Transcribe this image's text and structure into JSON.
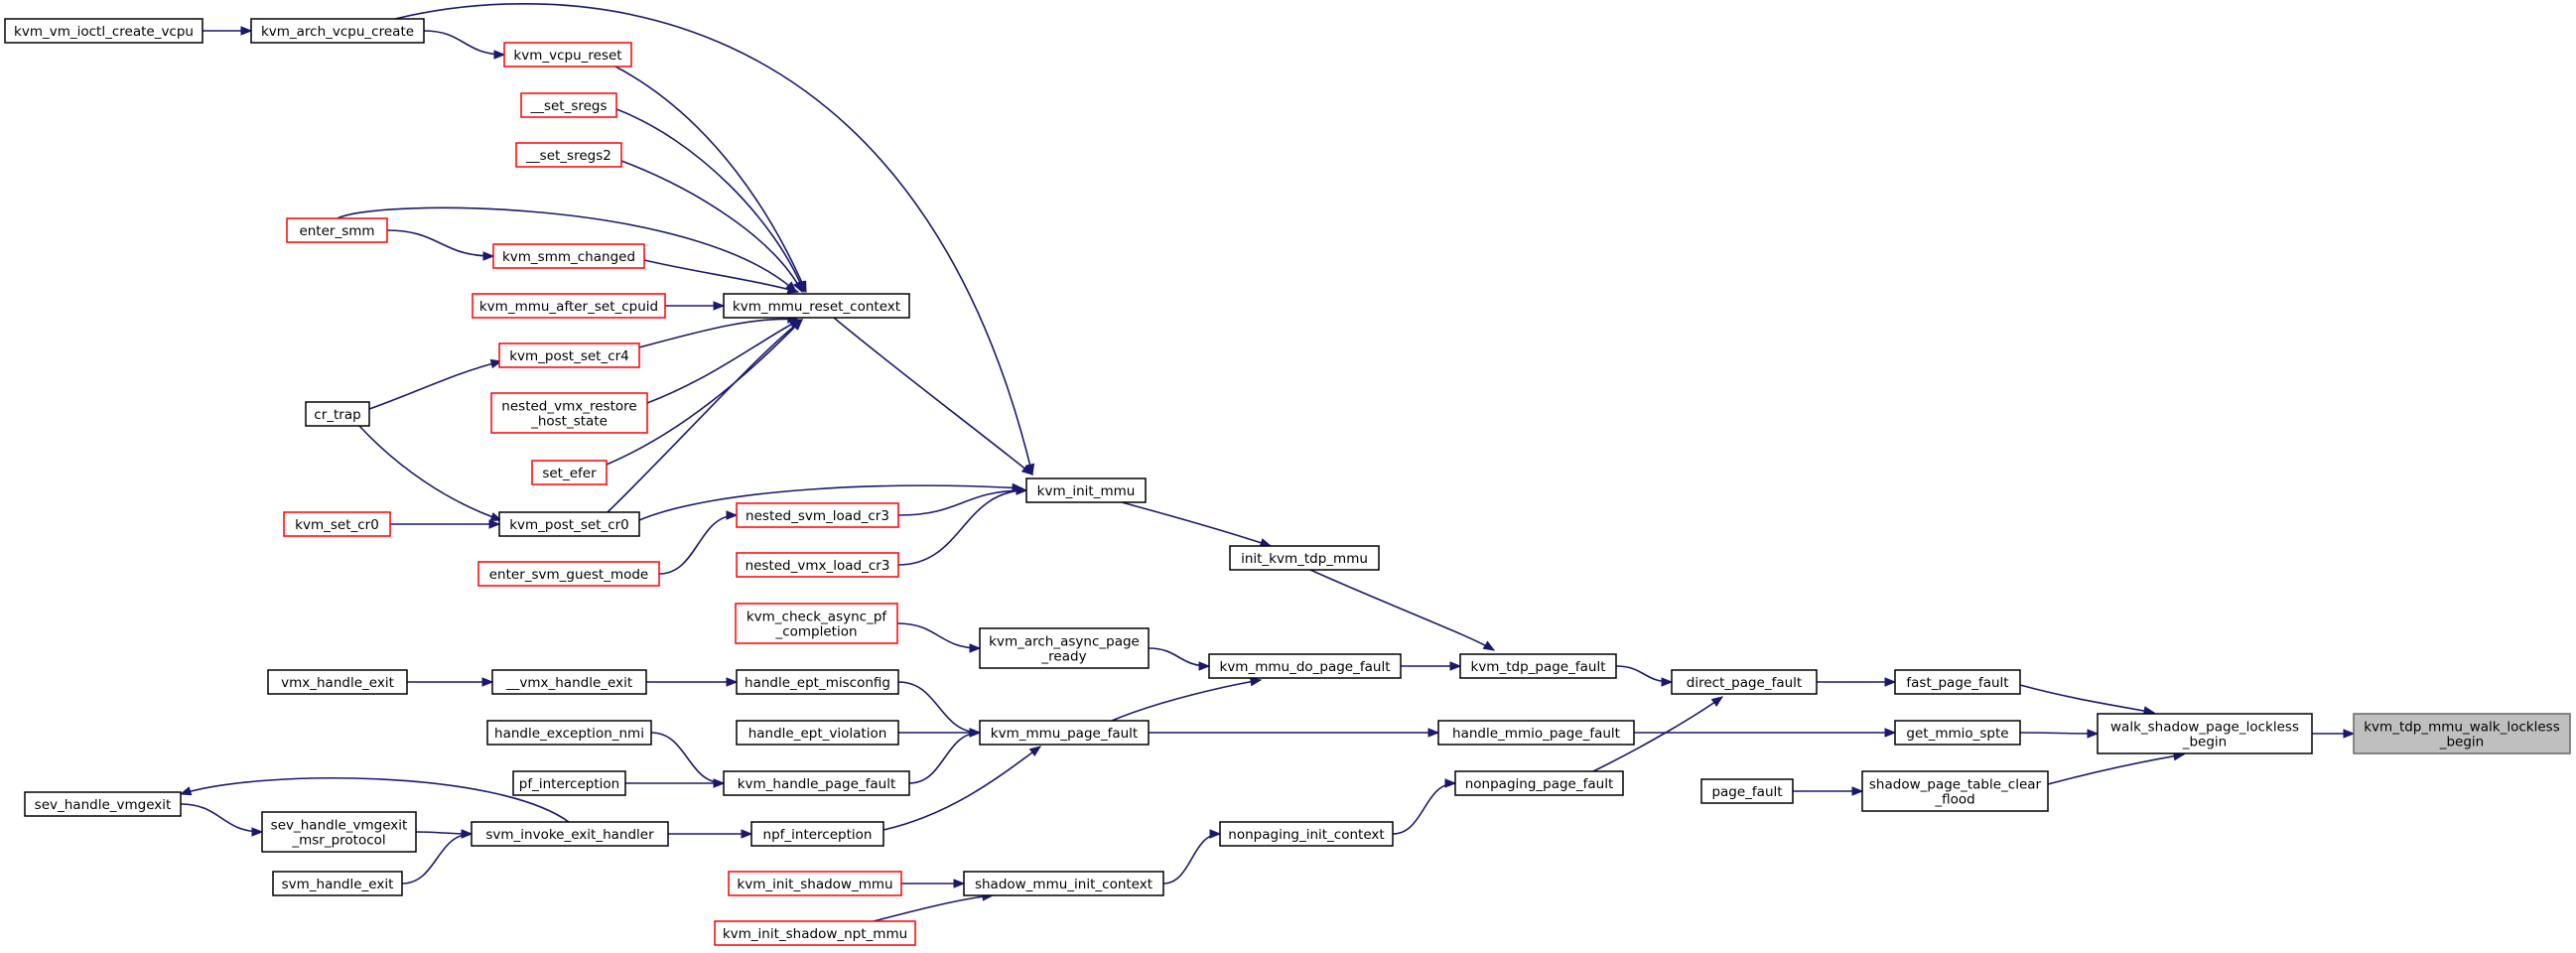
{
  "colors": {
    "edge": "#191970",
    "node_border": "#000000",
    "node_border_truncated": "#ff0000",
    "node_fill": "#ffffff",
    "focus_fill": "#bfbfbf",
    "focus_border": "#666666"
  },
  "nodes": [
    {
      "id": "focus",
      "lines": [
        "kvm_tdp_mmu_walk_lockless",
        "_begin"
      ],
      "kind": "focus"
    },
    {
      "id": "walk_shadow",
      "lines": [
        "walk_shadow_page_lockless",
        "_begin"
      ],
      "kind": "normal"
    },
    {
      "id": "fast_page_fault",
      "lines": [
        "fast_page_fault"
      ],
      "kind": "normal"
    },
    {
      "id": "get_mmio_spte",
      "lines": [
        "get_mmio_spte"
      ],
      "kind": "normal"
    },
    {
      "id": "shadow_page_table_clear",
      "lines": [
        "shadow_page_table_clear",
        "_flood"
      ],
      "kind": "normal"
    },
    {
      "id": "page_fault",
      "lines": [
        "page_fault"
      ],
      "kind": "normal"
    },
    {
      "id": "direct_page_fault",
      "lines": [
        "direct_page_fault"
      ],
      "kind": "normal"
    },
    {
      "id": "handle_mmio_page_fault",
      "lines": [
        "handle_mmio_page_fault"
      ],
      "kind": "normal"
    },
    {
      "id": "kvm_tdp_page_fault",
      "lines": [
        "kvm_tdp_page_fault"
      ],
      "kind": "normal"
    },
    {
      "id": "nonpaging_page_fault",
      "lines": [
        "nonpaging_page_fault"
      ],
      "kind": "normal"
    },
    {
      "id": "init_kvm_tdp_mmu",
      "lines": [
        "init_kvm_tdp_mmu"
      ],
      "kind": "normal"
    },
    {
      "id": "kvm_mmu_do_page_fault",
      "lines": [
        "kvm_mmu_do_page_fault"
      ],
      "kind": "normal"
    },
    {
      "id": "nonpaging_init_context",
      "lines": [
        "nonpaging_init_context"
      ],
      "kind": "normal"
    },
    {
      "id": "kvm_init_mmu",
      "lines": [
        "kvm_init_mmu"
      ],
      "kind": "normal"
    },
    {
      "id": "kvm_arch_async_page_ready",
      "lines": [
        "kvm_arch_async_page",
        "_ready"
      ],
      "kind": "normal"
    },
    {
      "id": "kvm_mmu_page_fault",
      "lines": [
        "kvm_mmu_page_fault"
      ],
      "kind": "normal"
    },
    {
      "id": "shadow_mmu_init_context",
      "lines": [
        "shadow_mmu_init_context"
      ],
      "kind": "normal"
    },
    {
      "id": "kvm_mmu_reset_context",
      "lines": [
        "kvm_mmu_reset_context"
      ],
      "kind": "normal"
    },
    {
      "id": "nested_svm_load_cr3",
      "lines": [
        "nested_svm_load_cr3"
      ],
      "kind": "truncated"
    },
    {
      "id": "nested_vmx_load_cr3",
      "lines": [
        "nested_vmx_load_cr3"
      ],
      "kind": "truncated"
    },
    {
      "id": "kvm_check_async_pf_completion",
      "lines": [
        "kvm_check_async_pf",
        "_completion"
      ],
      "kind": "truncated"
    },
    {
      "id": "handle_ept_misconfig",
      "lines": [
        "handle_ept_misconfig"
      ],
      "kind": "normal"
    },
    {
      "id": "handle_ept_violation",
      "lines": [
        "handle_ept_violation"
      ],
      "kind": "normal"
    },
    {
      "id": "kvm_handle_page_fault",
      "lines": [
        "kvm_handle_page_fault"
      ],
      "kind": "normal"
    },
    {
      "id": "npf_interception",
      "lines": [
        "npf_interception"
      ],
      "kind": "normal"
    },
    {
      "id": "kvm_init_shadow_mmu",
      "lines": [
        "kvm_init_shadow_mmu"
      ],
      "kind": "truncated"
    },
    {
      "id": "kvm_init_shadow_npt_mmu",
      "lines": [
        "kvm_init_shadow_npt_mmu"
      ],
      "kind": "truncated"
    },
    {
      "id": "kvm_arch_vcpu_create",
      "lines": [
        "kvm_arch_vcpu_create"
      ],
      "kind": "normal"
    },
    {
      "id": "kvm_vcpu_reset",
      "lines": [
        "kvm_vcpu_reset"
      ],
      "kind": "truncated"
    },
    {
      "id": "set_sregs",
      "lines": [
        "__set_sregs"
      ],
      "kind": "truncated"
    },
    {
      "id": "set_sregs2",
      "lines": [
        "__set_sregs2"
      ],
      "kind": "truncated"
    },
    {
      "id": "kvm_smm_changed",
      "lines": [
        "kvm_smm_changed"
      ],
      "kind": "truncated"
    },
    {
      "id": "kvm_mmu_after_set_cpuid",
      "lines": [
        "kvm_mmu_after_set_cpuid"
      ],
      "kind": "truncated"
    },
    {
      "id": "kvm_post_set_cr4",
      "lines": [
        "kvm_post_set_cr4"
      ],
      "kind": "truncated"
    },
    {
      "id": "nested_vmx_restore_host_state",
      "lines": [
        "nested_vmx_restore",
        "_host_state"
      ],
      "kind": "truncated"
    },
    {
      "id": "set_efer",
      "lines": [
        "set_efer"
      ],
      "kind": "truncated"
    },
    {
      "id": "kvm_post_set_cr0",
      "lines": [
        "kvm_post_set_cr0"
      ],
      "kind": "normal"
    },
    {
      "id": "enter_svm_guest_mode",
      "lines": [
        "enter_svm_guest_mode"
      ],
      "kind": "truncated"
    },
    {
      "id": "vmx_handle_exit_inner",
      "lines": [
        "__vmx_handle_exit"
      ],
      "kind": "normal"
    },
    {
      "id": "handle_exception_nmi",
      "lines": [
        "handle_exception_nmi"
      ],
      "kind": "normal"
    },
    {
      "id": "pf_interception",
      "lines": [
        "pf_interception"
      ],
      "kind": "normal"
    },
    {
      "id": "svm_invoke_exit_handler",
      "lines": [
        "svm_invoke_exit_handler"
      ],
      "kind": "normal"
    },
    {
      "id": "kvm_vm_ioctl_create_vcpu",
      "lines": [
        "kvm_vm_ioctl_create_vcpu"
      ],
      "kind": "normal"
    },
    {
      "id": "enter_smm",
      "lines": [
        "enter_smm"
      ],
      "kind": "truncated"
    },
    {
      "id": "cr_trap",
      "lines": [
        "cr_trap"
      ],
      "kind": "normal"
    },
    {
      "id": "kvm_set_cr0",
      "lines": [
        "kvm_set_cr0"
      ],
      "kind": "truncated"
    },
    {
      "id": "vmx_handle_exit",
      "lines": [
        "vmx_handle_exit"
      ],
      "kind": "normal"
    },
    {
      "id": "sev_handle_vmgexit",
      "lines": [
        "sev_handle_vmgexit"
      ],
      "kind": "normal"
    },
    {
      "id": "sev_handle_vmgexit_msr_protocol",
      "lines": [
        "sev_handle_vmgexit",
        "_msr_protocol"
      ],
      "kind": "normal"
    },
    {
      "id": "svm_handle_exit",
      "lines": [
        "svm_handle_exit"
      ],
      "kind": "normal"
    }
  ],
  "edges": [
    {
      "from": "walk_shadow",
      "to": "focus"
    },
    {
      "from": "fast_page_fault",
      "to": "walk_shadow"
    },
    {
      "from": "get_mmio_spte",
      "to": "walk_shadow"
    },
    {
      "from": "shadow_page_table_clear",
      "to": "walk_shadow"
    },
    {
      "from": "page_fault",
      "to": "shadow_page_table_clear"
    },
    {
      "from": "direct_page_fault",
      "to": "fast_page_fault"
    },
    {
      "from": "handle_mmio_page_fault",
      "to": "get_mmio_spte"
    },
    {
      "from": "kvm_tdp_page_fault",
      "to": "direct_page_fault"
    },
    {
      "from": "nonpaging_page_fault",
      "to": "direct_page_fault"
    },
    {
      "from": "init_kvm_tdp_mmu",
      "to": "kvm_tdp_page_fault"
    },
    {
      "from": "kvm_mmu_do_page_fault",
      "to": "kvm_tdp_page_fault"
    },
    {
      "from": "nonpaging_init_context",
      "to": "nonpaging_page_fault"
    },
    {
      "from": "kvm_init_mmu",
      "to": "init_kvm_tdp_mmu"
    },
    {
      "from": "kvm_arch_async_page_ready",
      "to": "kvm_mmu_do_page_fault"
    },
    {
      "from": "kvm_mmu_page_fault",
      "to": "kvm_mmu_do_page_fault"
    },
    {
      "from": "kvm_mmu_page_fault",
      "to": "handle_mmio_page_fault"
    },
    {
      "from": "shadow_mmu_init_context",
      "to": "nonpaging_init_context"
    },
    {
      "from": "kvm_mmu_reset_context",
      "to": "kvm_init_mmu"
    },
    {
      "from": "kvm_arch_vcpu_create",
      "to": "kvm_init_mmu"
    },
    {
      "from": "kvm_post_set_cr0",
      "to": "kvm_init_mmu"
    },
    {
      "from": "nested_svm_load_cr3",
      "to": "kvm_init_mmu"
    },
    {
      "from": "nested_vmx_load_cr3",
      "to": "kvm_init_mmu"
    },
    {
      "from": "kvm_check_async_pf_completion",
      "to": "kvm_arch_async_page_ready"
    },
    {
      "from": "handle_ept_misconfig",
      "to": "kvm_mmu_page_fault"
    },
    {
      "from": "handle_ept_violation",
      "to": "kvm_mmu_page_fault"
    },
    {
      "from": "kvm_handle_page_fault",
      "to": "kvm_mmu_page_fault"
    },
    {
      "from": "npf_interception",
      "to": "kvm_mmu_page_fault"
    },
    {
      "from": "kvm_init_shadow_mmu",
      "to": "shadow_mmu_init_context"
    },
    {
      "from": "kvm_init_shadow_npt_mmu",
      "to": "shadow_mmu_init_context"
    },
    {
      "from": "kvm_vcpu_reset",
      "to": "kvm_mmu_reset_context"
    },
    {
      "from": "set_sregs",
      "to": "kvm_mmu_reset_context"
    },
    {
      "from": "set_sregs2",
      "to": "kvm_mmu_reset_context"
    },
    {
      "from": "enter_smm",
      "to": "kvm_mmu_reset_context"
    },
    {
      "from": "kvm_smm_changed",
      "to": "kvm_mmu_reset_context"
    },
    {
      "from": "kvm_mmu_after_set_cpuid",
      "to": "kvm_mmu_reset_context"
    },
    {
      "from": "kvm_post_set_cr4",
      "to": "kvm_mmu_reset_context"
    },
    {
      "from": "nested_vmx_restore_host_state",
      "to": "kvm_mmu_reset_context"
    },
    {
      "from": "set_efer",
      "to": "kvm_mmu_reset_context"
    },
    {
      "from": "kvm_post_set_cr0",
      "to": "kvm_mmu_reset_context"
    },
    {
      "from": "enter_svm_guest_mode",
      "to": "nested_svm_load_cr3"
    },
    {
      "from": "vmx_handle_exit_inner",
      "to": "handle_ept_misconfig"
    },
    {
      "from": "handle_exception_nmi",
      "to": "kvm_handle_page_fault"
    },
    {
      "from": "pf_interception",
      "to": "kvm_handle_page_fault"
    },
    {
      "from": "svm_invoke_exit_handler",
      "to": "npf_interception"
    },
    {
      "from": "kvm_vm_ioctl_create_vcpu",
      "to": "kvm_arch_vcpu_create"
    },
    {
      "from": "kvm_arch_vcpu_create",
      "to": "kvm_vcpu_reset"
    },
    {
      "from": "enter_smm",
      "to": "kvm_smm_changed"
    },
    {
      "from": "cr_trap",
      "to": "kvm_post_set_cr4"
    },
    {
      "from": "cr_trap",
      "to": "kvm_post_set_cr0"
    },
    {
      "from": "kvm_set_cr0",
      "to": "kvm_post_set_cr0"
    },
    {
      "from": "vmx_handle_exit",
      "to": "vmx_handle_exit_inner"
    },
    {
      "from": "sev_handle_vmgexit",
      "to": "sev_handle_vmgexit_msr_protocol"
    },
    {
      "from": "sev_handle_vmgexit_msr_protocol",
      "to": "svm_invoke_exit_handler"
    },
    {
      "from": "svm_handle_exit",
      "to": "svm_invoke_exit_handler"
    },
    {
      "from": "svm_invoke_exit_handler",
      "to": "sev_handle_vmgexit"
    }
  ]
}
